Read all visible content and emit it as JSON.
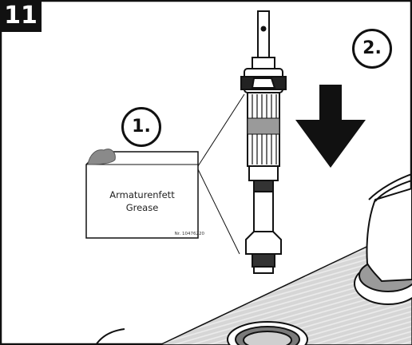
{
  "step": {
    "number": "11"
  },
  "callouts": [
    {
      "label": "1."
    },
    {
      "label": "2."
    }
  ],
  "grease": {
    "line1": "Armaturenfett",
    "line2": "Grease",
    "part_number": "Nr. 10476220"
  }
}
